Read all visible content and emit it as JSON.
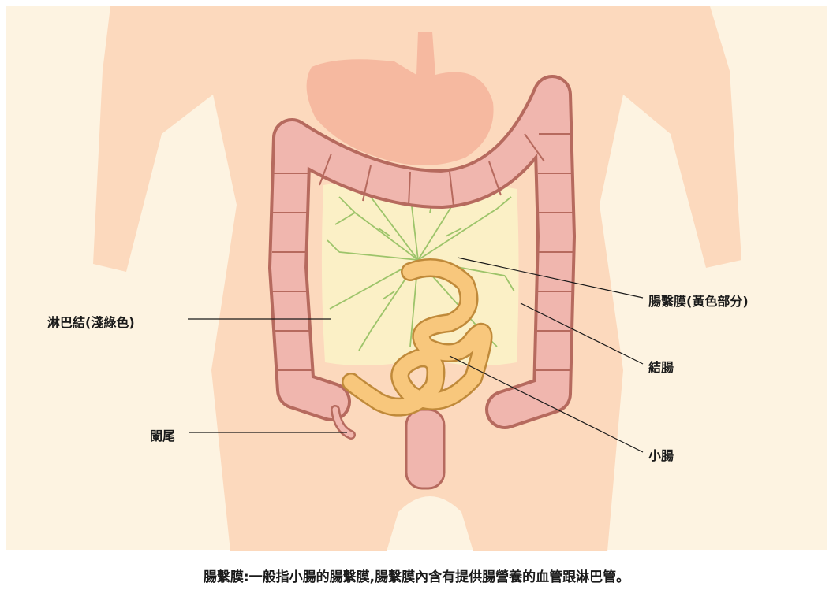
{
  "labels": {
    "mesentery": "腸繫膜(黃色部分)",
    "lymph_node": "淋巴結(淺綠色)",
    "colon": "結腸",
    "appendix": "闌尾",
    "small_intestine": "小腸"
  },
  "caption": "腸繫膜:一般指小腸的腸繫膜,腸繫膜內含有提供腸營養的血管跟淋巴管。",
  "colors": {
    "background": "#fdf3e1",
    "body": "#fcd9bd",
    "stomach": "#f6b9a0",
    "colon_fill": "#f0b6ae",
    "colon_stroke": "#b66a5e",
    "mesentery": "#fbf0c6",
    "lymph": "#9dc46a",
    "small_intestine": "#f8c77c",
    "small_intestine_stroke": "#c08a3a"
  }
}
